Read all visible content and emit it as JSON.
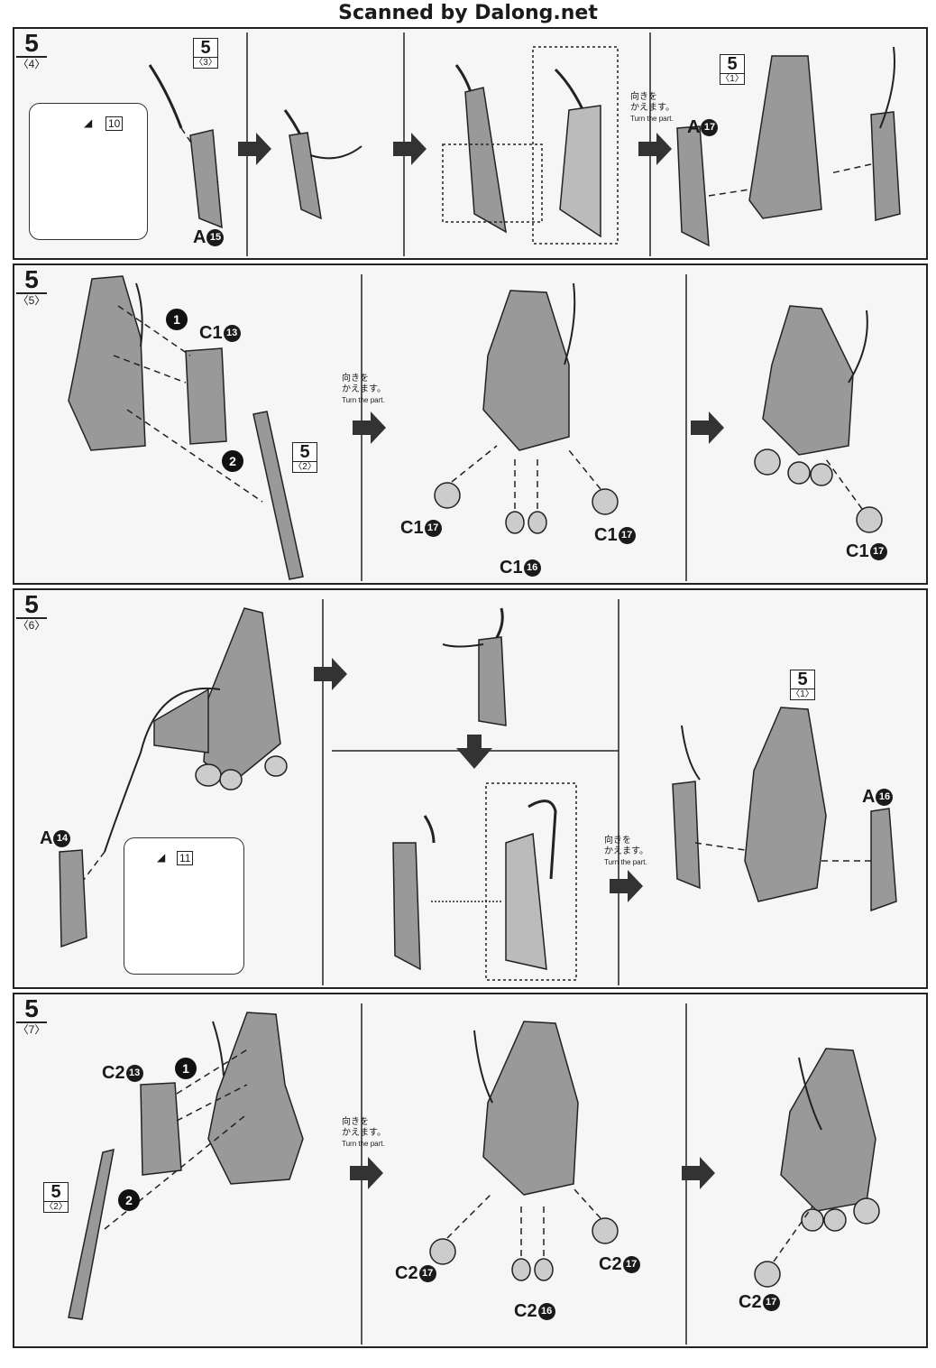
{
  "header": {
    "title": "Scanned by Dalong.net"
  },
  "turn_note": {
    "jp_line1": "向きを",
    "jp_line2": "かえます。",
    "en": "Turn the part."
  },
  "panels": [
    {
      "step": "5",
      "substep": "〈4〉",
      "refs": [
        {
          "n": "5",
          "s": "〈3〉"
        },
        {
          "n": "5",
          "s": "〈1〉"
        }
      ],
      "labels": [
        {
          "letter": "A",
          "num": "15"
        },
        {
          "letter": "A",
          "num": "17"
        }
      ],
      "callout_num": "10"
    },
    {
      "step": "5",
      "substep": "〈5〉",
      "refs": [
        {
          "n": "5",
          "s": "〈2〉"
        }
      ],
      "order": [
        "1",
        "2"
      ],
      "labels": [
        {
          "letter": "C1",
          "num": "13"
        },
        {
          "letter": "C1",
          "num": "17"
        },
        {
          "letter": "C1",
          "num": "16"
        },
        {
          "letter": "C1",
          "num": "17"
        },
        {
          "letter": "C1",
          "num": "17"
        }
      ]
    },
    {
      "step": "5",
      "substep": "〈6〉",
      "refs": [
        {
          "n": "5",
          "s": "〈1〉"
        }
      ],
      "labels": [
        {
          "letter": "A",
          "num": "14"
        },
        {
          "letter": "A",
          "num": "16"
        }
      ],
      "callout_num": "11"
    },
    {
      "step": "5",
      "substep": "〈7〉",
      "refs": [
        {
          "n": "5",
          "s": "〈2〉"
        }
      ],
      "order": [
        "1",
        "2"
      ],
      "labels": [
        {
          "letter": "C2",
          "num": "13"
        },
        {
          "letter": "C2",
          "num": "17"
        },
        {
          "letter": "C2",
          "num": "16"
        },
        {
          "letter": "C2",
          "num": "17"
        },
        {
          "letter": "C2",
          "num": "17"
        }
      ]
    }
  ]
}
